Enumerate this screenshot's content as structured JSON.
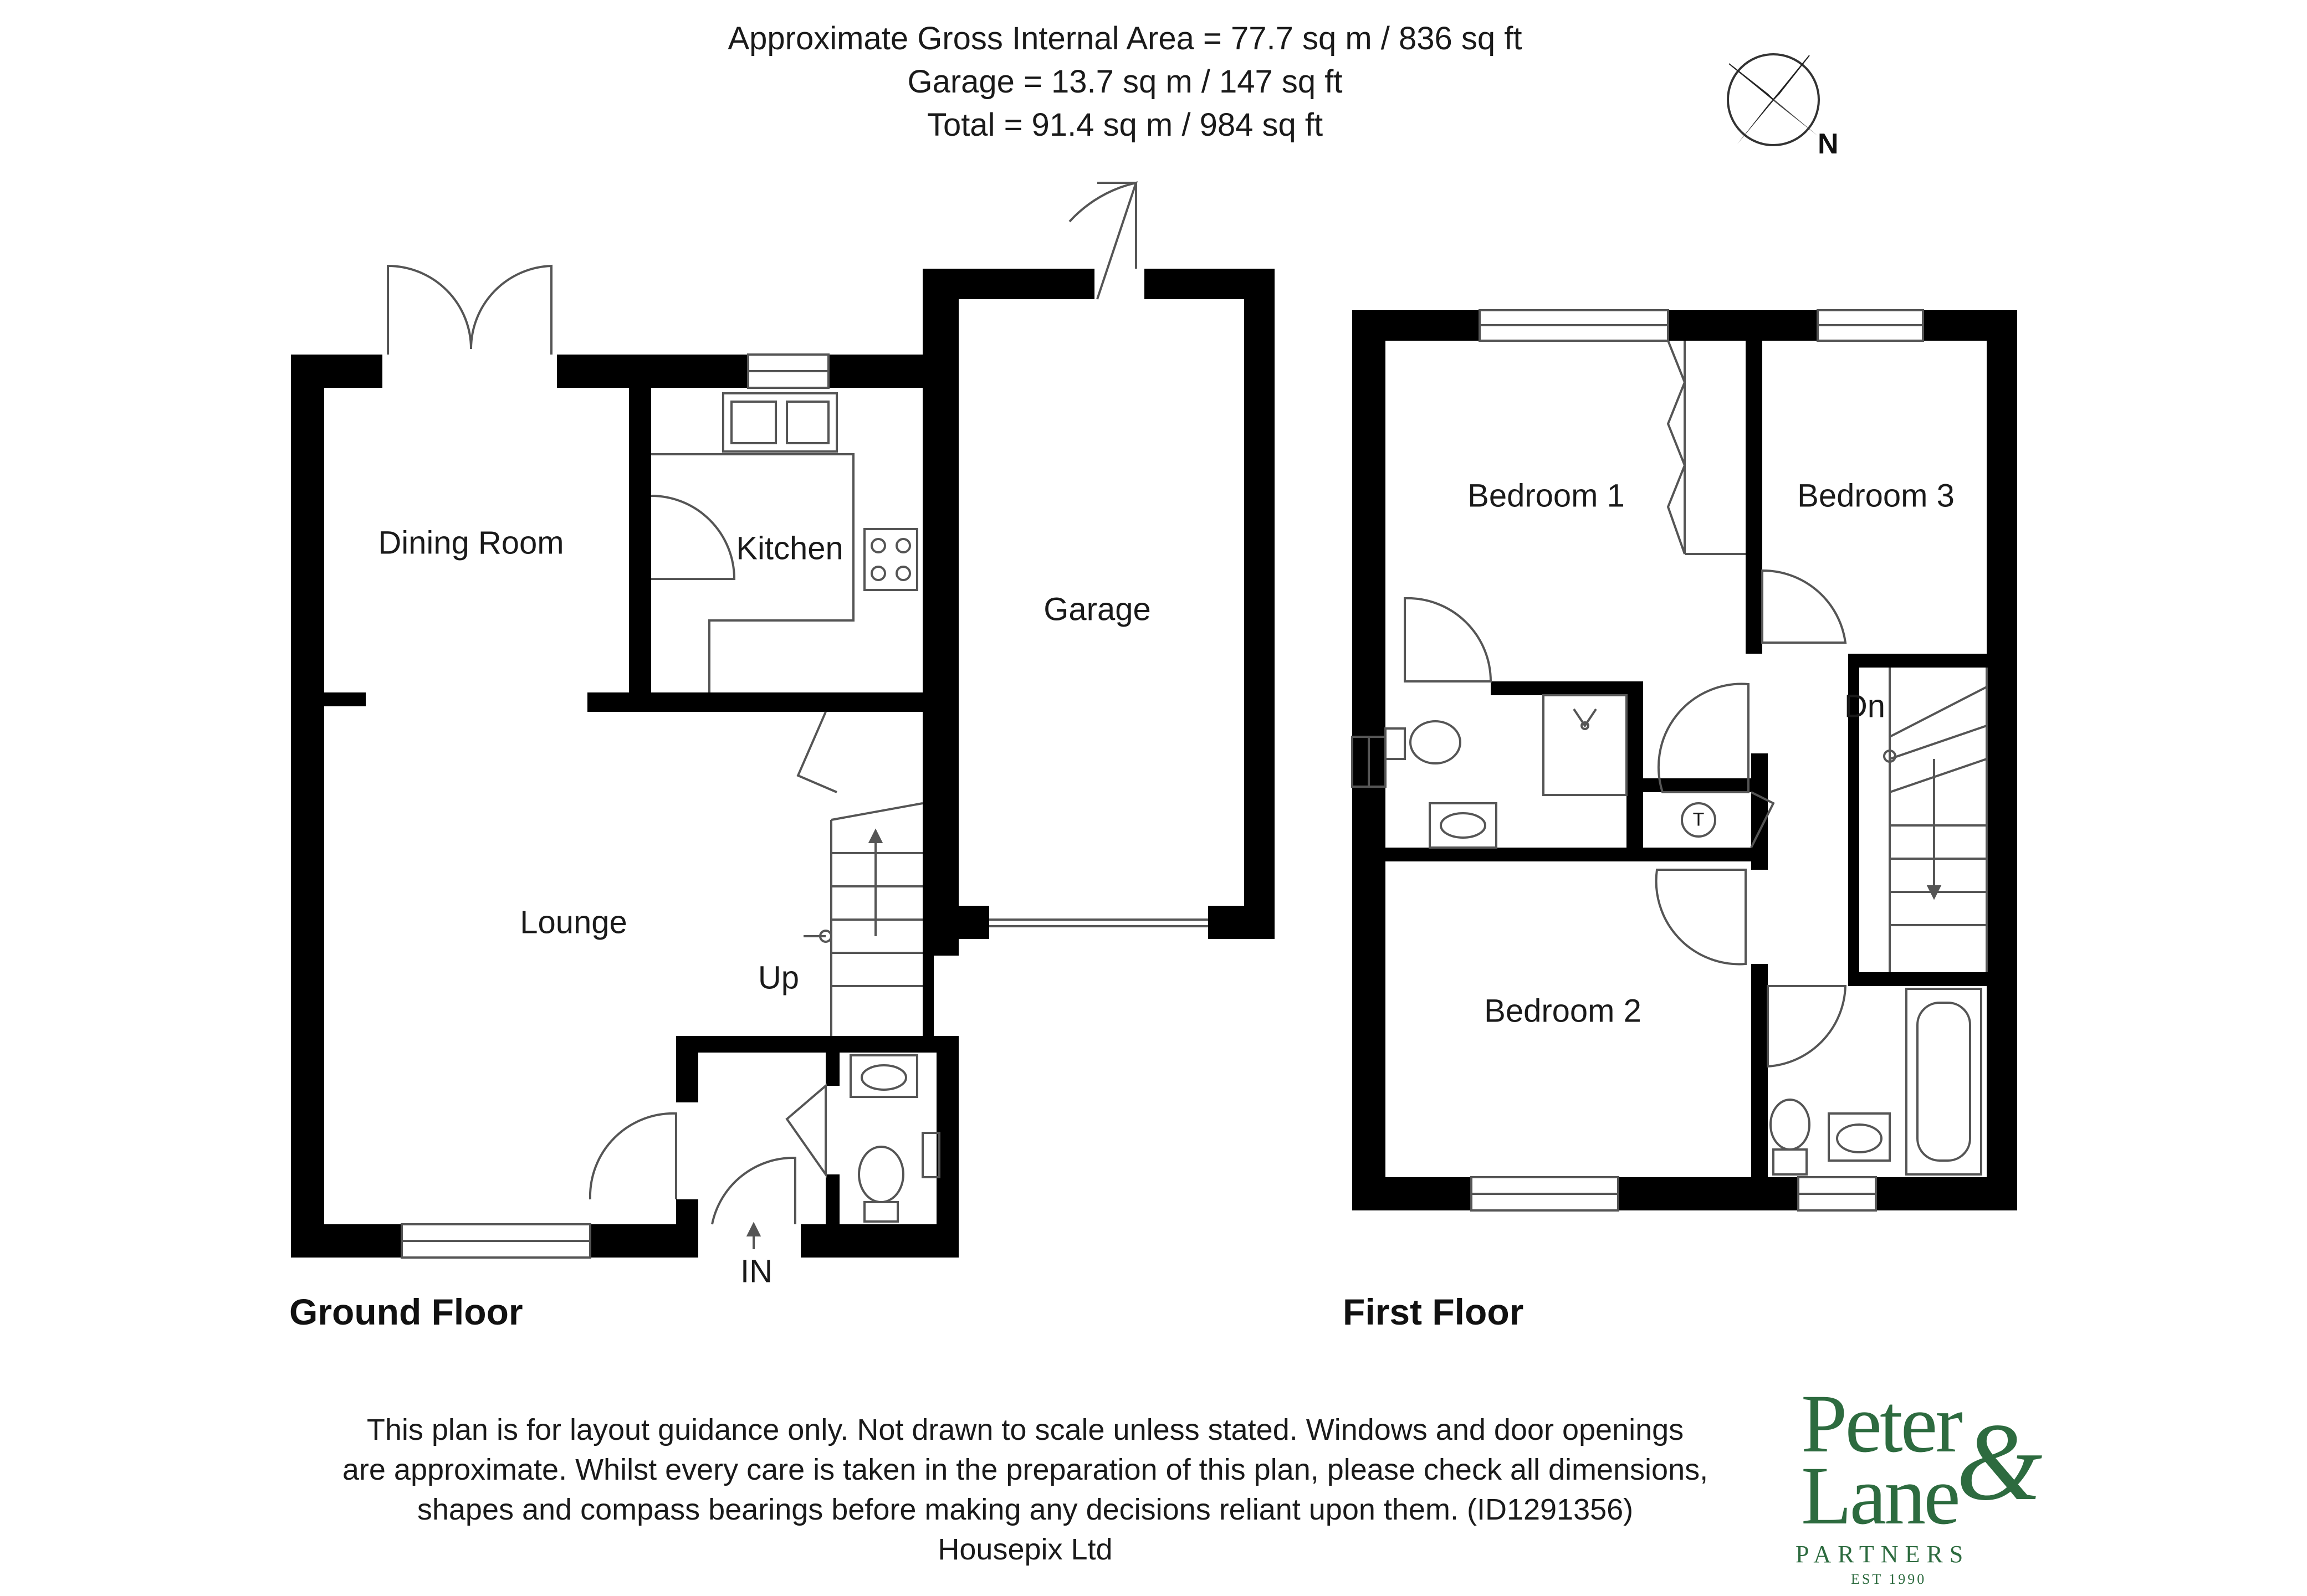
{
  "header": {
    "line1": "Approximate Gross Internal Area = 77.7 sq m / 836 sq ft",
    "line2": "Garage  = 13.7 sq m / 147 sq ft",
    "line3": "Total = 91.4 sq m / 984 sq ft"
  },
  "compass": {
    "label": "N"
  },
  "ground_floor": {
    "title": "Ground Floor",
    "rooms": {
      "dining": "Dining Room",
      "kitchen": "Kitchen",
      "garage": "Garage",
      "lounge": "Lounge",
      "up": "Up",
      "entrance": "IN"
    }
  },
  "first_floor": {
    "title": "First Floor",
    "rooms": {
      "bedroom1": "Bedroom 1",
      "bedroom2": "Bedroom 2",
      "bedroom3": "Bedroom 3",
      "down": "Dn",
      "tank": "T"
    }
  },
  "disclaimer": {
    "line1": "This plan is for layout guidance only. Not drawn to scale unless stated. Windows and door openings",
    "line2": "are approximate. Whilst every care is taken in the preparation of this plan, please check all dimensions,",
    "line3": "shapes and compass bearings before making any decisions reliant upon them. (ID1291356)",
    "line4": "Housepix Ltd"
  },
  "logo": {
    "word1": "Peter",
    "word2": "Lane",
    "ampersand": "&",
    "partners": "PARTNERS",
    "est": "EST 1990"
  },
  "colors": {
    "wall": "#000000",
    "line": "#555555",
    "brand_green": "#2d6b3f"
  }
}
